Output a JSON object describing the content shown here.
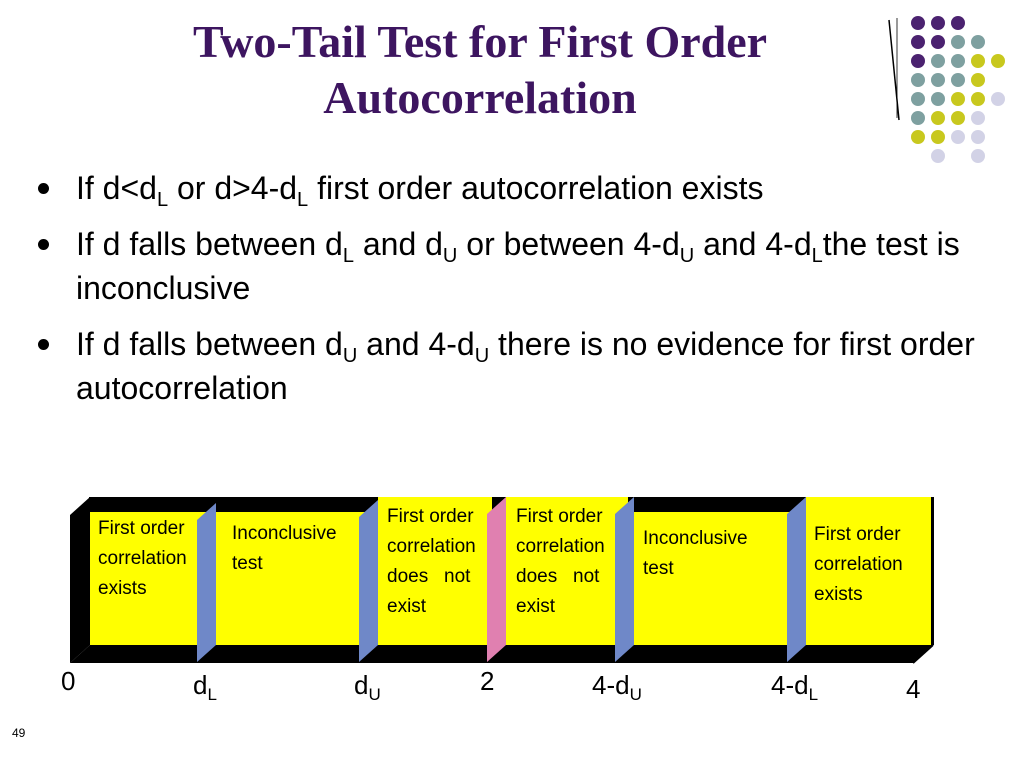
{
  "title": {
    "line1": "Two-Tail Test for First Order",
    "line2": "Autocorrelation"
  },
  "colors": {
    "title": "#3d1560",
    "purple": "#4b2270",
    "teal": "#7ea0a0",
    "olive": "#c8c81e",
    "lavender": "#d2d2e6",
    "yellow": "#ffff00",
    "blue_divider": "#6f88c8",
    "pink_divider": "#e080b0"
  },
  "bullets": [
    {
      "p1": "If d<d",
      "s1": "L",
      "p2": " or d>4-d",
      "s2": "L",
      "p3": " first order autocorrelation exists"
    },
    {
      "p1": "If d falls between d",
      "s1": "L",
      "p2": " and d",
      "s2": "U",
      "p3": " or between 4-d",
      "s3": "U",
      "p4": " and 4-d",
      "s4": "L",
      "p5": "the test is inconclusive"
    },
    {
      "p1": "If d falls between d",
      "s1": "U",
      "p2": " and 4-d",
      "s2": "U",
      "p3": " there is no evidence for first order autocorrelation"
    }
  ],
  "regions": [
    {
      "lines": [
        "First order",
        "correlation",
        "exists"
      ]
    },
    {
      "lines": [
        "Inconclusive",
        "test"
      ]
    },
    {
      "lines": [
        "First order",
        "correlation",
        "does   not",
        "exist"
      ]
    },
    {
      "lines": [
        "First order",
        "correlation",
        "does   not",
        "exist"
      ]
    },
    {
      "lines": [
        "Inconclusive",
        "test"
      ]
    },
    {
      "lines": [
        "First order",
        "correlation",
        "exists"
      ]
    }
  ],
  "axis": [
    {
      "main": "0",
      "sub": ""
    },
    {
      "main": "d",
      "sub": "L"
    },
    {
      "main": "d",
      "sub": "U"
    },
    {
      "main": "2",
      "sub": ""
    },
    {
      "main": "4-d",
      "sub": "U"
    },
    {
      "main": "4-d",
      "sub": "L"
    },
    {
      "main": "4",
      "sub": ""
    }
  ],
  "page_number": "49"
}
